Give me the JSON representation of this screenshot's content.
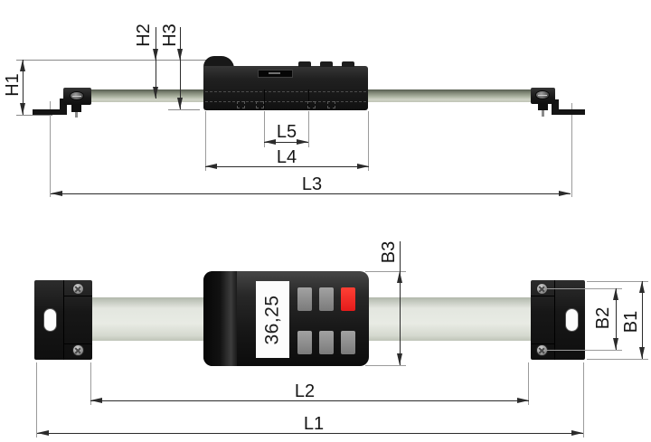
{
  "drawing": {
    "type": "technical-dimension-drawing",
    "subject": "digital scale unit with mounting brackets",
    "side_view": {
      "dim_labels": {
        "h1": "H1",
        "h2": "H2",
        "h3": "H3",
        "l5": "L5",
        "l4": "L4",
        "l3": "L3"
      }
    },
    "front_view": {
      "dim_labels": {
        "b1": "B1",
        "b2": "B2",
        "b3": "B3",
        "l1": "L1",
        "l2": "L2"
      },
      "display_value": "36,25"
    },
    "colors": {
      "body_black": "#1a1a1a",
      "beam_side_view": "#9aa18f",
      "beam_front_view": "#e2e5de",
      "button_gray": "#8d8d8d",
      "button_red": "#ee2a22",
      "display_white": "#fcfcfc",
      "dimension_line": "#2b2b2b",
      "extension_line": "#9b9b9b"
    }
  }
}
